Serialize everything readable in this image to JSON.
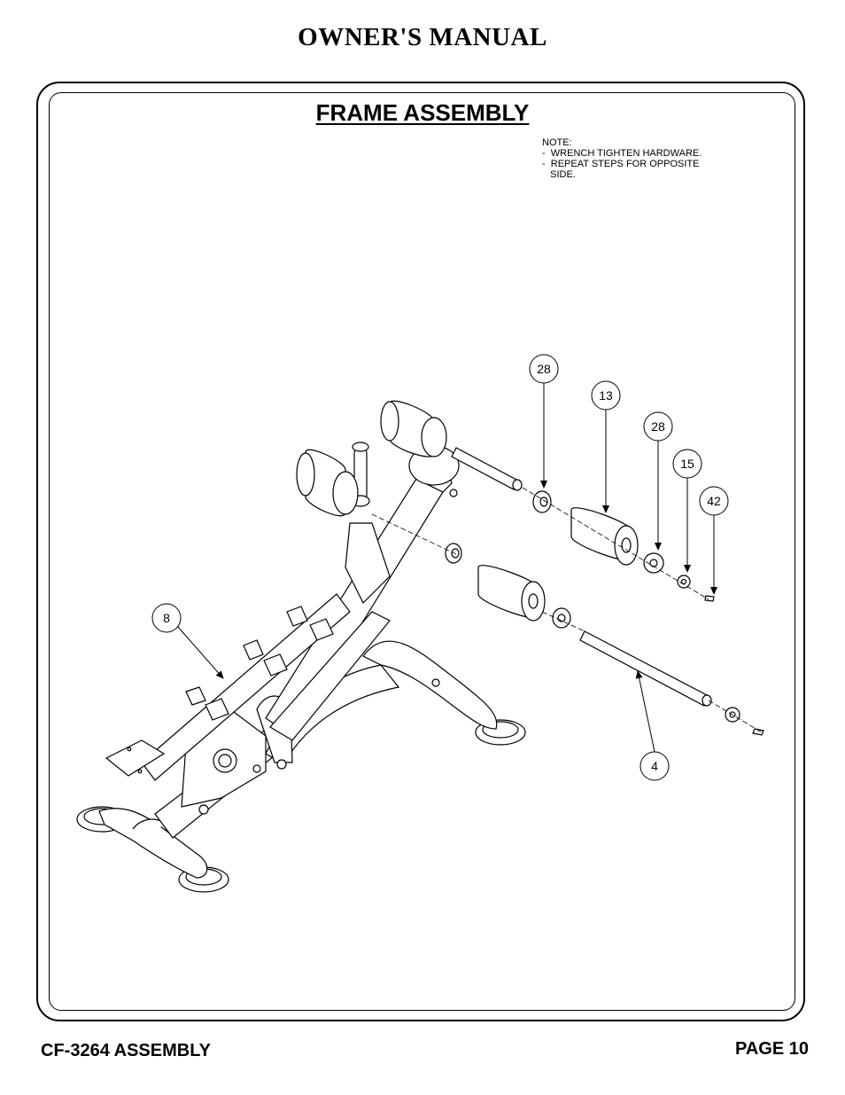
{
  "header": {
    "manual_title": "OWNER'S MANUAL"
  },
  "section": {
    "title": "FRAME ASSEMBLY"
  },
  "note": {
    "heading": "NOTE:",
    "lines": [
      "-  WRENCH TIGHTEN HARDWARE.",
      "-  REPEAT STEPS FOR OPPOSITE",
      "   SIDE."
    ]
  },
  "callouts": {
    "c28a": "28",
    "c13": "13",
    "c28b": "28",
    "c15": "15",
    "c42": "42",
    "c8": "8",
    "c4": "4"
  },
  "footer": {
    "model": "CF-3264 ASSEMBLY",
    "page": "PAGE 10"
  }
}
